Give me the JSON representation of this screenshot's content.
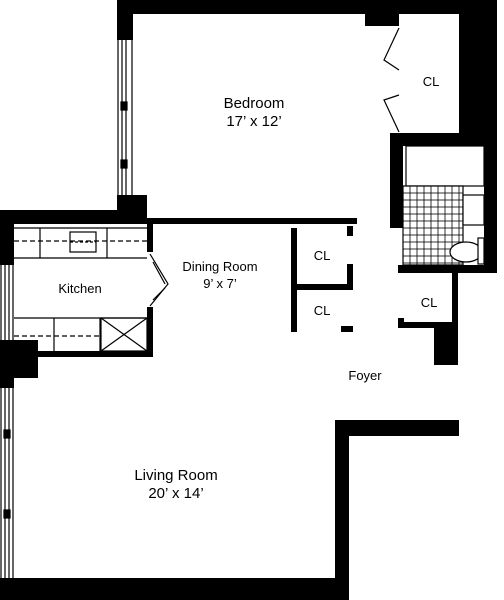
{
  "rooms": {
    "bedroom": {
      "name": "Bedroom",
      "size": "17’ x 12’"
    },
    "dining": {
      "name": "Dining Room",
      "size": "9’ x 7’"
    },
    "kitchen": {
      "name": "Kitchen"
    },
    "living": {
      "name": "Living Room",
      "size": "20’ x 14’"
    },
    "foyer": {
      "name": "Foyer"
    }
  },
  "closets": {
    "bedroom_closet": "CL",
    "hall_closet_upper": "CL",
    "hall_closet_lower": "CL",
    "bath_closet": "CL"
  },
  "colors": {
    "wall": "#000000",
    "background": "#ffffff"
  }
}
